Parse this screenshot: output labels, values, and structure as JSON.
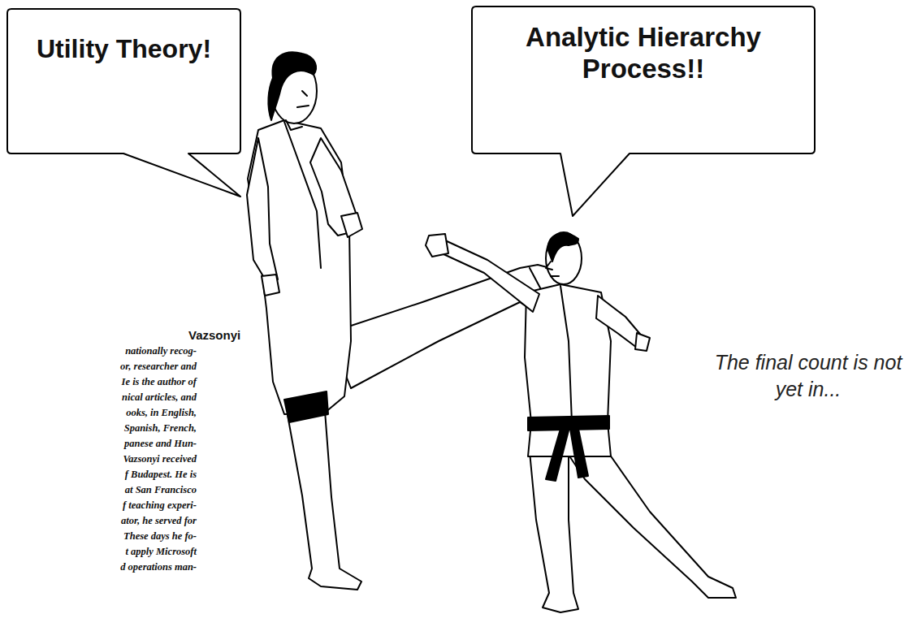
{
  "diagram": {
    "nodes": [
      {
        "text": [
          "Utility Theory!"
        ]
      },
      {
        "text": [
          "Analytic Hierarchy Process!!"
        ]
      }
    ],
    "labels": [
      "Vazsonyi",
      "nationally recog-",
      "or, researcher and",
      "Ie is the author of",
      "nical articles, and",
      "ooks, in English,",
      "Spanish, French,",
      "panese and Hun-",
      "Vazsonyi received",
      "f Budapest. He is",
      "at San Francisco",
      "f teaching experi-",
      "ator, he served for",
      "These days he fo-",
      "t apply Microsoft",
      "d operations man-",
      "The final count is not yet in..."
    ]
  }
}
